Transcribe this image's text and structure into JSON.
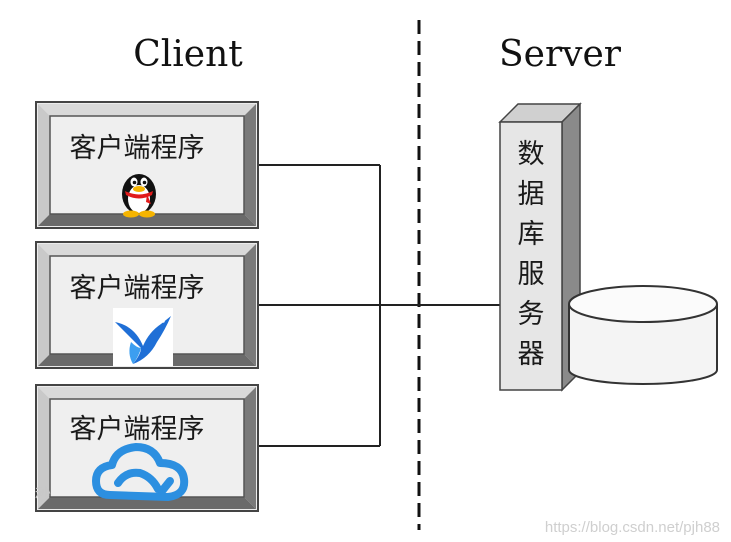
{
  "client_heading": "Client",
  "server_heading": "Server",
  "clients": [
    {
      "label": "客户端程序",
      "icon": "qq-penguin-icon"
    },
    {
      "label": "客户端程序",
      "icon": "swift-bird-icon"
    },
    {
      "label": "客户端程序",
      "icon": "tencent-cloud-icon"
    }
  ],
  "server": {
    "chars": [
      "数",
      "据",
      "库",
      "服",
      "务",
      "器"
    ]
  },
  "watermark": "https://blog.csdn.net/pjh88",
  "corner_mark": "秒",
  "colors": {
    "box_outer": "#e9e9e9",
    "box_bevel_dark": "#6f6f6f",
    "box_bevel_light": "#c8c8c8",
    "line": "#222222",
    "qq_blue": "#2f73c9",
    "cloud_blue": "#2c8fe0"
  }
}
